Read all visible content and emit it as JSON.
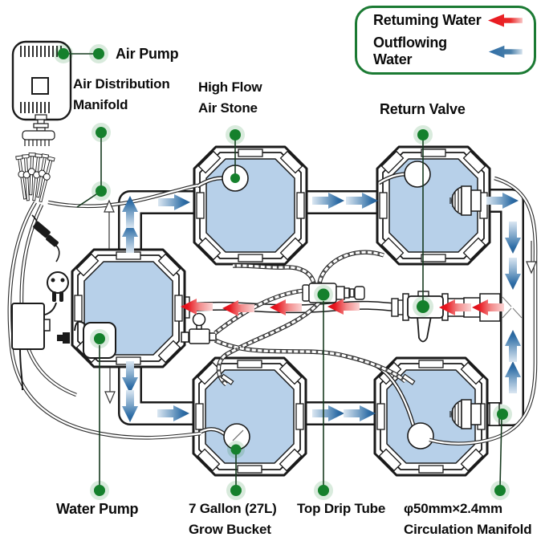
{
  "legend": {
    "returning": {
      "label": "Retuming Water",
      "color": "#e8151e",
      "direction": "left"
    },
    "outflowing": {
      "label": "Outflowing Water",
      "color": "#2e6da6",
      "direction": "left"
    }
  },
  "labels": {
    "air_pump": "Air Pump",
    "air_distribution_manifold": {
      "line1": "Air Distribution",
      "line2": "Manifold"
    },
    "high_flow_air_stone": {
      "line1": "High Flow",
      "line2": "Air Stone"
    },
    "return_valve": "Return Valve",
    "water_pump": "Water Pump",
    "grow_bucket": {
      "line1": "7 Gallon (27L)",
      "line2": "Grow Bucket"
    },
    "top_drip_tube": "Top Drip Tube",
    "circulation_manifold": {
      "line1": "φ50mm×2.4mm",
      "line2": "Circulation Manifold"
    }
  },
  "colors": {
    "bucket_fill": "#b7d0e9",
    "outline": "#1a1a1a",
    "green": "#15802c",
    "red": "#e8151e",
    "blue": "#2e6da6",
    "legend_border": "#1b7a33",
    "ink": "#0c0c0c"
  }
}
